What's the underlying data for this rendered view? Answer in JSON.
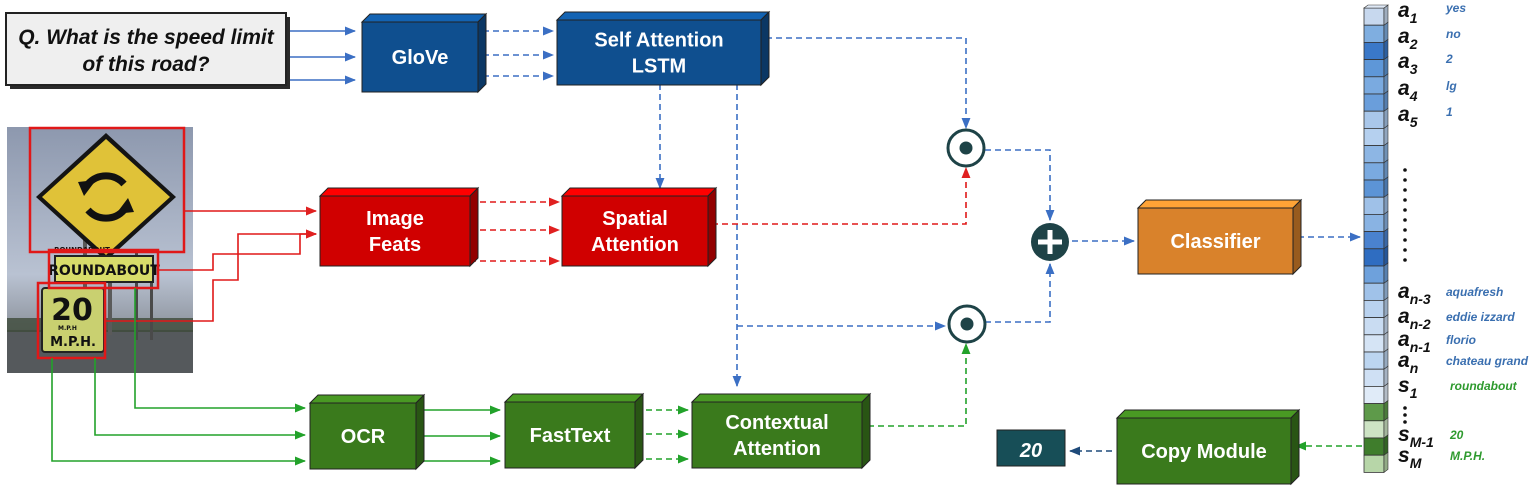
{
  "question": {
    "line1": "Q. What is the speed limit",
    "line2": "of this road?"
  },
  "image": {
    "sign_roundabout": "ROUNDABOUT",
    "sign_roundabout_small": "ROUNDABOUT",
    "sign_speed": "20",
    "sign_mph_small": "M.P.H",
    "sign_mph": "M.P.H."
  },
  "blocks": {
    "glove": "GloVe",
    "self_attention": [
      "Self Attention",
      "LSTM"
    ],
    "image_feats": [
      "Image",
      "Feats"
    ],
    "spatial_attention": [
      "Spatial",
      "Attention"
    ],
    "ocr": "OCR",
    "fasttext": "FastText",
    "contextual_attention": [
      "Contextual",
      "Attention"
    ],
    "classifier": "Classifier",
    "copy_module": "Copy Module",
    "answer": "20"
  },
  "vocab": [
    {
      "symbol": "a",
      "sub": "1",
      "candidate": "yes"
    },
    {
      "symbol": "a",
      "sub": "2",
      "candidate": "no"
    },
    {
      "symbol": "a",
      "sub": "3",
      "candidate": "2"
    },
    {
      "symbol": "a",
      "sub": "4",
      "candidate": "lg"
    },
    {
      "symbol": "a",
      "sub": "5",
      "candidate": "1"
    },
    {
      "symbol": "a",
      "sub": "n-3",
      "candidate": "aquafresh"
    },
    {
      "symbol": "a",
      "sub": "n-2",
      "candidate": "eddie izzard"
    },
    {
      "symbol": "a",
      "sub": "n-1",
      "candidate": "florio"
    },
    {
      "symbol": "a",
      "sub": "n",
      "candidate": "chateau grand"
    },
    {
      "symbol": "s",
      "sub": "1",
      "candidate": "roundabout"
    },
    {
      "symbol": "s",
      "sub": "M-1",
      "candidate": "20"
    },
    {
      "symbol": "s",
      "sub": "M",
      "candidate": "M.P.H."
    }
  ],
  "colors": {
    "blue_block": "#0f4f8f",
    "red_block": "#d00000",
    "green_block": "#3a7a1c",
    "orange_block": "#d9822b",
    "answer_block": "#174e57",
    "blue_text": "#3a6fb0",
    "green_text": "#2e9a2e"
  }
}
